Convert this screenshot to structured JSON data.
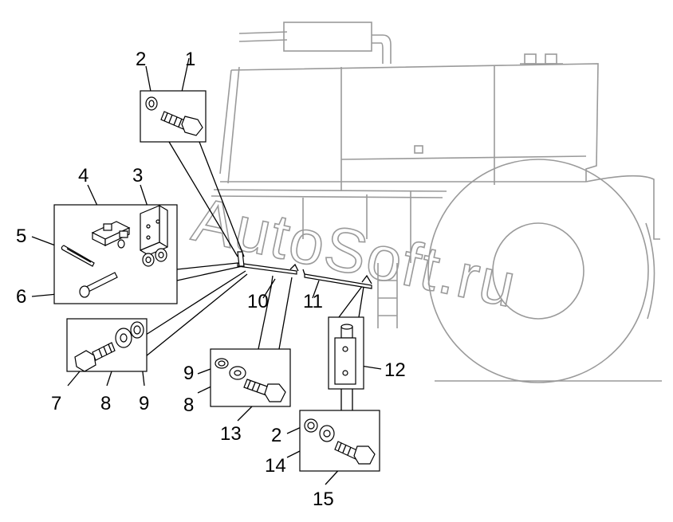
{
  "watermark": "AutoSoft.ru",
  "callouts": {
    "c1": "1",
    "c2a": "2",
    "c3": "3",
    "c4": "4",
    "c5": "5",
    "c6": "6",
    "c7": "7",
    "c8a": "8",
    "c9a": "9",
    "c10": "10",
    "c11": "11",
    "c12": "12",
    "c9b": "9",
    "c8b": "8",
    "c13": "13",
    "c2b": "2",
    "c14": "14",
    "c15": "15"
  },
  "colors": {
    "background_machine": "#9a9a9a",
    "lines": "#000000"
  }
}
